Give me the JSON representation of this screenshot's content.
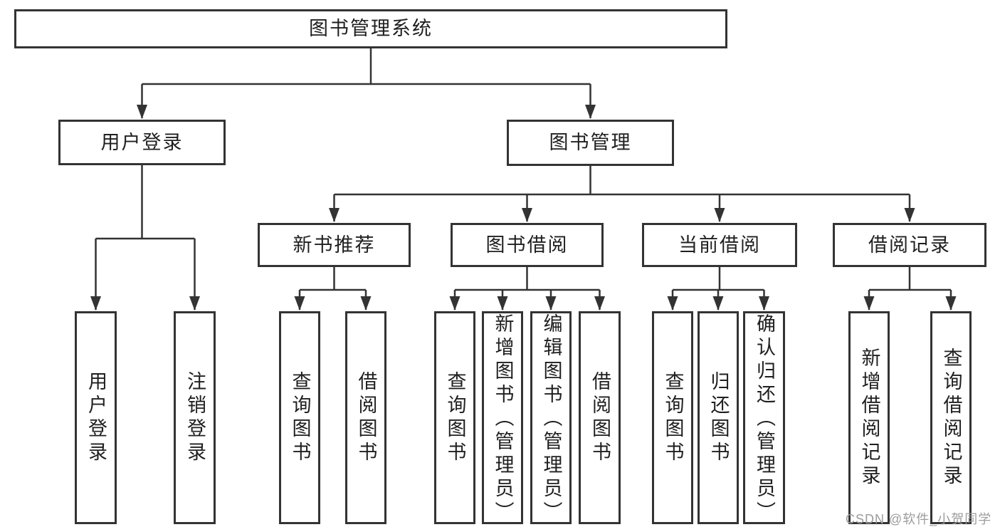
{
  "colors": {
    "line": "#333333",
    "text": "#1f1f1f",
    "box_bg": "#ffffff",
    "watermark": "#9c9c9c"
  },
  "nodes": {
    "root": "图书管理系统",
    "user_login": "用户登录",
    "book_management": "图书管理",
    "new_book_recommend": "新书推荐",
    "book_borrow": "图书借阅",
    "current_borrow": "当前借阅",
    "borrow_records": "借阅记录",
    "ul_user_login": "用户登录",
    "ul_logout": "注销登录",
    "nbr_query_books": "查询图书",
    "nbr_borrow_books": "借阅图书",
    "bb_query_books": "查询图书",
    "bb_add_books": "新增图书（管理员）",
    "bb_edit_books": "编辑图书（管理员）",
    "bb_borrow_books": "借阅图书",
    "cb_query_books": "查询图书",
    "cb_return_books": "归还图书",
    "cb_confirm_return": "确认归还（管理员）",
    "br_add_record": "新增借阅记录",
    "br_query_record": "查询借阅记录"
  },
  "watermark": {
    "text": "CSDN @软件_小贺同学"
  }
}
